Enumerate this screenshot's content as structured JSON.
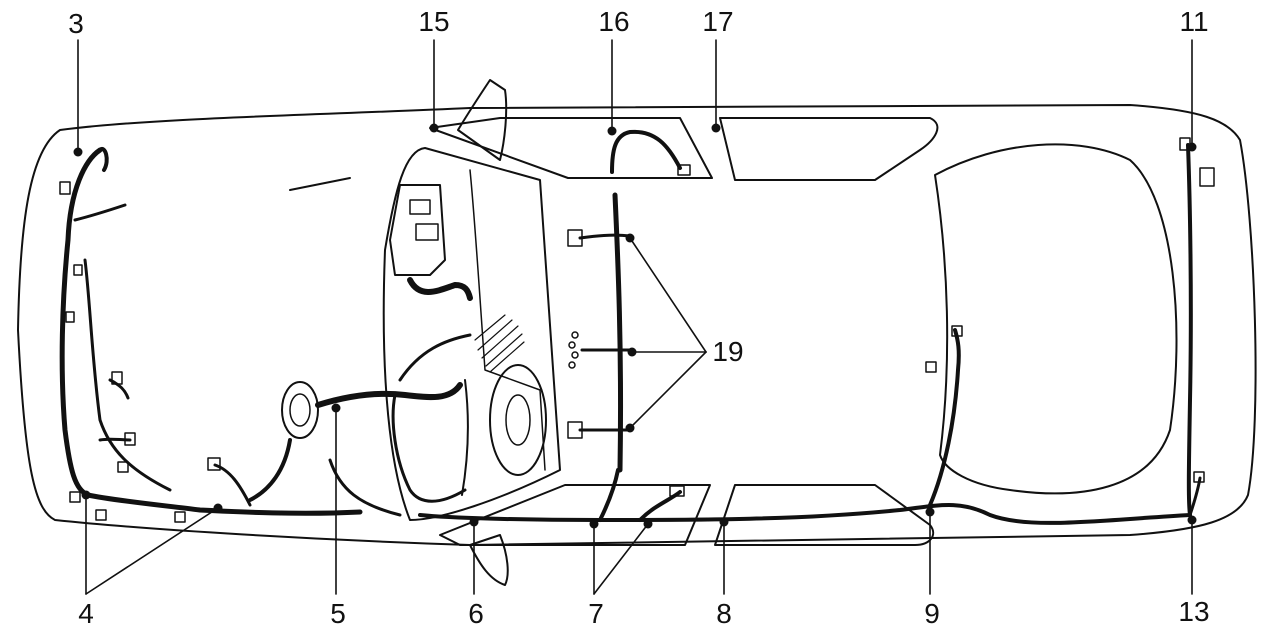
{
  "callouts": {
    "c3": "3",
    "c15": "15",
    "c16": "16",
    "c17": "17",
    "c11": "11",
    "c19": "19",
    "c4": "4",
    "c5": "5",
    "c6": "6",
    "c7": "7",
    "c8": "8",
    "c9": "9",
    "c13": "13"
  },
  "colors": {
    "line": "#111111",
    "background": "#ffffff"
  }
}
